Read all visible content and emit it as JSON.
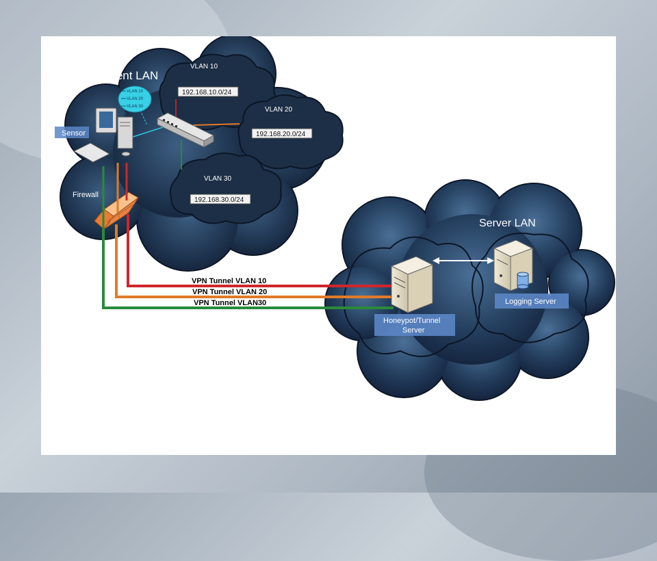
{
  "colors": {
    "vlan10": "#d0262a",
    "vlan20": "#e07a2a",
    "vlan30": "#2a8a3a",
    "cloud_dark": "#1a2a3c",
    "cloud_light": "#3d5e82",
    "label_box": "#5b86c5"
  },
  "client_lan": {
    "title": "Client LAN",
    "sensor_label": "Sensor",
    "firewall_label": "Firewall",
    "legend": [
      "VLAN 10",
      "VLAN 20",
      "VLAN 30"
    ]
  },
  "vlans": [
    {
      "name": "VLAN 10",
      "subnet": "192.168.10.0/24"
    },
    {
      "name": "VLAN 20",
      "subnet": "192.168.20.0/24"
    },
    {
      "name": "VLAN 30",
      "subnet": "192.168.30.0/24"
    }
  ],
  "tunnels": [
    {
      "label": "VPN Tunnel  VLAN 10"
    },
    {
      "label": "VPN Tunnel VLAN 20"
    },
    {
      "label": "VPN Tunnel VLAN30"
    }
  ],
  "server_lan": {
    "title": "Server LAN",
    "honeypot_label_1": "Honeypot/Tunnel",
    "honeypot_label_2": "Server",
    "logging_label": "Logging Server"
  },
  "icons": [
    "computer-icon",
    "switch-icon",
    "firewall-icon",
    "server-icon",
    "database-icon",
    "arrow-icon"
  ]
}
